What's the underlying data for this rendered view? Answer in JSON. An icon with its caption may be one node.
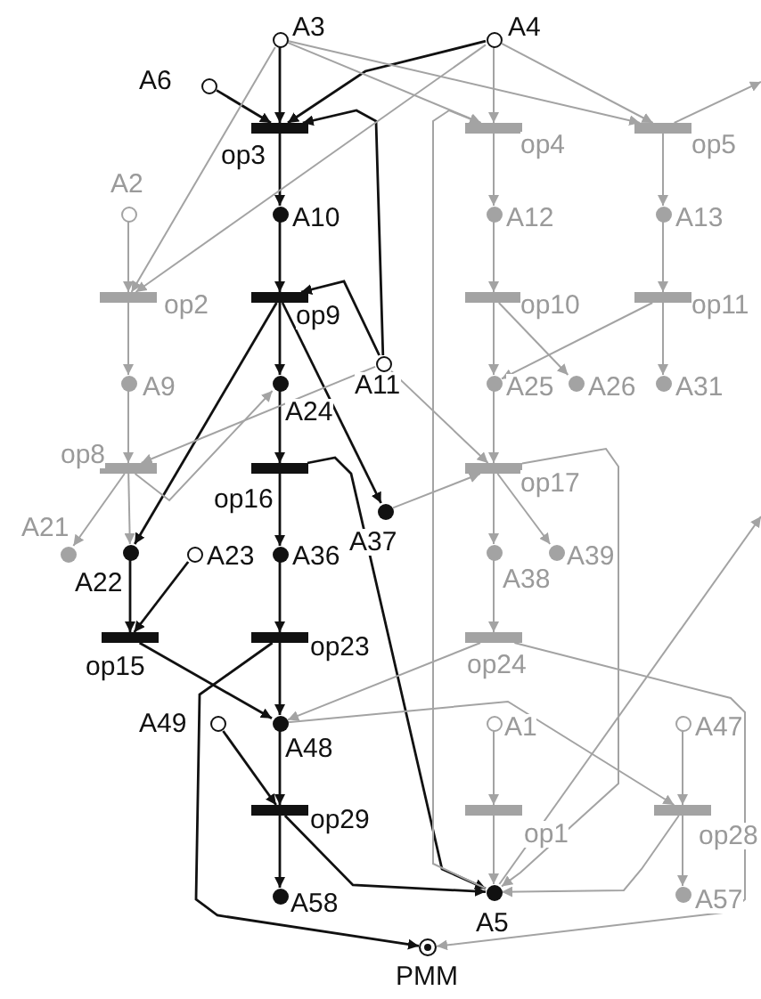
{
  "diagram": {
    "nodes": [
      {
        "text": [],
        "shape": "circle",
        "beside": [
          "A6"
        ]
      },
      {
        "text": [],
        "shape": "circle",
        "beside": [
          "A3"
        ]
      },
      {
        "text": [],
        "shape": "circle",
        "beside": [
          "A4"
        ]
      },
      {
        "text": [],
        "shape": "bar",
        "beside": [
          "op3"
        ]
      },
      {
        "text": [],
        "shape": "bar",
        "beside": [
          "op4"
        ]
      },
      {
        "text": [],
        "shape": "bar",
        "beside": [
          "op5"
        ]
      },
      {
        "text": [],
        "shape": "circle",
        "beside": [
          "A2"
        ]
      },
      {
        "text": [],
        "shape": "circle",
        "beside": [
          "A10"
        ]
      },
      {
        "text": [],
        "shape": "circle",
        "beside": [
          "A12"
        ]
      },
      {
        "text": [],
        "shape": "circle",
        "beside": [
          "A13"
        ]
      },
      {
        "text": [],
        "shape": "bar",
        "beside": [
          "op2"
        ]
      },
      {
        "text": [],
        "shape": "bar",
        "beside": [
          "op9"
        ]
      },
      {
        "text": [],
        "shape": "bar",
        "beside": [
          "op10"
        ]
      },
      {
        "text": [],
        "shape": "bar",
        "beside": [
          "op11"
        ]
      },
      {
        "text": [],
        "shape": "circle",
        "beside": [
          "A11"
        ]
      },
      {
        "text": [],
        "shape": "circle",
        "beside": [
          "A9"
        ]
      },
      {
        "text": [],
        "shape": "circle",
        "beside": [
          "A24"
        ]
      },
      {
        "text": [],
        "shape": "circle",
        "beside": [
          "A25"
        ]
      },
      {
        "text": [],
        "shape": "circle",
        "beside": [
          "A26"
        ]
      },
      {
        "text": [],
        "shape": "circle",
        "beside": [
          "A31"
        ]
      },
      {
        "text": [],
        "shape": "bar",
        "beside": [
          "op8"
        ]
      },
      {
        "text": [],
        "shape": "bar",
        "beside": [
          "op16"
        ]
      },
      {
        "text": [],
        "shape": "bar",
        "beside": [
          "op17"
        ]
      },
      {
        "text": [],
        "shape": "circle",
        "beside": [
          "A37"
        ]
      },
      {
        "text": [],
        "shape": "circle",
        "beside": [
          "A21"
        ]
      },
      {
        "text": [],
        "shape": "circle",
        "beside": [
          "A22"
        ]
      },
      {
        "text": [],
        "shape": "circle",
        "beside": [
          "A23"
        ]
      },
      {
        "text": [],
        "shape": "circle",
        "beside": [
          "A36"
        ]
      },
      {
        "text": [],
        "shape": "circle",
        "beside": [
          "A38"
        ]
      },
      {
        "text": [],
        "shape": "circle",
        "beside": [
          "A39"
        ]
      },
      {
        "text": [],
        "shape": "bar",
        "beside": [
          "op15"
        ]
      },
      {
        "text": [],
        "shape": "bar",
        "beside": [
          "op23"
        ]
      },
      {
        "text": [],
        "shape": "bar",
        "beside": [
          "op24"
        ]
      },
      {
        "text": [],
        "shape": "circle",
        "beside": [
          "A49"
        ]
      },
      {
        "text": [],
        "shape": "circle",
        "beside": [
          "A48"
        ]
      },
      {
        "text": [],
        "shape": "circle",
        "beside": [
          "A1"
        ]
      },
      {
        "text": [],
        "shape": "circle",
        "beside": [
          "A47"
        ]
      },
      {
        "text": [],
        "shape": "bar",
        "beside": [
          "op29"
        ]
      },
      {
        "text": [],
        "shape": "bar",
        "beside": [
          "op1"
        ]
      },
      {
        "text": [],
        "shape": "bar",
        "beside": [
          "op28"
        ]
      },
      {
        "text": [],
        "shape": "circle",
        "beside": [
          "A58"
        ]
      },
      {
        "text": [],
        "shape": "circle",
        "beside": [
          "A5"
        ]
      },
      {
        "text": [],
        "shape": "circle",
        "beside": [
          "A57"
        ]
      },
      {
        "text": [],
        "shape": "circle",
        "beside": [
          "PMM"
        ]
      }
    ],
    "edges": [
      {
        "from": 0,
        "to": 3,
        "arrow": "to",
        "color": "#111111"
      },
      {
        "from": 1,
        "to": 3,
        "arrow": "to",
        "color": "#111111"
      },
      {
        "from": 2,
        "to": 3,
        "arrow": "to",
        "color": "#111111"
      },
      {
        "from": 3,
        "to": 7,
        "arrow": "to",
        "color": "#111111"
      },
      {
        "from": 14,
        "to": 3,
        "arrow": "to",
        "color": "#111111"
      },
      {
        "from": 7,
        "to": 11,
        "arrow": "to",
        "color": "#111111"
      },
      {
        "from": 14,
        "to": 11,
        "arrow": "to",
        "color": "#111111"
      },
      {
        "from": 11,
        "to": 16,
        "arrow": "to",
        "color": "#111111"
      },
      {
        "from": 11,
        "to": 25,
        "arrow": "to",
        "color": "#111111"
      },
      {
        "from": 11,
        "to": 23,
        "arrow": "to",
        "color": "#111111"
      },
      {
        "from": 16,
        "to": 21,
        "arrow": "to",
        "color": "#111111"
      },
      {
        "from": 21,
        "to": 27,
        "arrow": "to",
        "color": "#111111"
      },
      {
        "from": 21,
        "to": 41,
        "arrow": "to",
        "color": "#111111"
      },
      {
        "from": 27,
        "to": 31,
        "arrow": "to",
        "color": "#111111"
      },
      {
        "from": 25,
        "to": 30,
        "arrow": "to",
        "color": "#111111"
      },
      {
        "from": 26,
        "to": 30,
        "arrow": "to",
        "color": "#111111"
      },
      {
        "from": 30,
        "to": 34,
        "arrow": "to",
        "color": "#111111"
      },
      {
        "from": 31,
        "to": 34,
        "arrow": "to",
        "color": "#111111"
      },
      {
        "from": 31,
        "to": 43,
        "arrow": "to",
        "color": "#111111"
      },
      {
        "from": 34,
        "to": 37,
        "arrow": "to",
        "color": "#111111"
      },
      {
        "from": 33,
        "to": 37,
        "arrow": "to",
        "color": "#111111"
      },
      {
        "from": 37,
        "to": 41,
        "arrow": "to",
        "color": "#111111"
      },
      {
        "from": 37,
        "to": 40,
        "arrow": "to",
        "color": "#111111"
      },
      {
        "from": 1,
        "to": 4,
        "arrow": "to"
      },
      {
        "from": 1,
        "to": 5,
        "arrow": "to"
      },
      {
        "from": 1,
        "to": 10,
        "arrow": "to"
      },
      {
        "from": 2,
        "to": 10,
        "arrow": "to"
      },
      {
        "from": 2,
        "to": 4,
        "arrow": "to"
      },
      {
        "from": 2,
        "to": 5,
        "arrow": "to"
      },
      {
        "from": 6,
        "to": 10,
        "arrow": "to"
      },
      {
        "from": 10,
        "to": 15,
        "arrow": "to"
      },
      {
        "from": 15,
        "to": 20,
        "arrow": "to"
      },
      {
        "from": 20,
        "to": 24,
        "arrow": "to"
      },
      {
        "from": 20,
        "to": 25,
        "arrow": "to"
      },
      {
        "from": 20,
        "to": 16,
        "arrow": "to"
      },
      {
        "from": 14,
        "to": 20,
        "arrow": "to"
      },
      {
        "from": 14,
        "to": 22,
        "arrow": "to"
      },
      {
        "from": 22,
        "to": 29,
        "arrow": "to"
      },
      {
        "from": 4,
        "to": 8,
        "arrow": "to"
      },
      {
        "from": 8,
        "to": 12,
        "arrow": "to"
      },
      {
        "from": 12,
        "to": 17,
        "arrow": "to"
      },
      {
        "from": 12,
        "to": 18,
        "arrow": "to"
      },
      {
        "from": 5,
        "to": 9,
        "arrow": "to"
      },
      {
        "from": 9,
        "to": 13,
        "arrow": "to"
      },
      {
        "from": 13,
        "to": 17,
        "arrow": "to"
      },
      {
        "from": 13,
        "to": 19,
        "arrow": "to"
      },
      {
        "from": 17,
        "to": 22,
        "arrow": "to"
      },
      {
        "from": 22,
        "to": 28,
        "arrow": "to"
      },
      {
        "from": 23,
        "to": 22,
        "arrow": "to"
      },
      {
        "from": 22,
        "to": 41,
        "arrow": "to"
      },
      {
        "from": 28,
        "to": 32,
        "arrow": "to"
      },
      {
        "from": 32,
        "to": 34,
        "arrow": "to"
      },
      {
        "from": 32,
        "to": 43,
        "arrow": "to"
      },
      {
        "from": 35,
        "to": 38,
        "arrow": "to"
      },
      {
        "from": 38,
        "to": 41,
        "arrow": "to"
      },
      {
        "from": 36,
        "to": 39,
        "arrow": "to"
      },
      {
        "from": 39,
        "to": 42,
        "arrow": "to"
      },
      {
        "from": 34,
        "to": 39,
        "arrow": "to"
      },
      {
        "from": 39,
        "to": 41,
        "arrow": "to"
      },
      {
        "from": 41,
        "to": 4,
        "arrow": "to"
      },
      {
        "from": 5,
        "to": null,
        "arrow": "to"
      },
      {
        "from": 41,
        "to": null,
        "arrow": "to"
      }
    ]
  }
}
